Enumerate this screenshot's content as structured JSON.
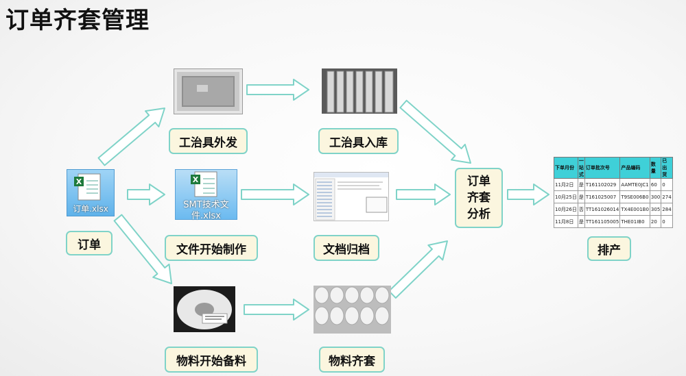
{
  "title": "订单齐套管理",
  "nodes": {
    "order": "订单",
    "fixture_out": "工治具外发",
    "fixture_in": "工治具入库",
    "doc_make": "文件开始制作",
    "doc_archive": "文档归档",
    "mat_prepare": "物料开始备料",
    "mat_kit": "物料齐套",
    "analysis": [
      "订单",
      "齐套",
      "分析"
    ],
    "schedule": "排产"
  },
  "files": {
    "order_file": "订单.xlsx",
    "smt_file_line1": "SMT技术文",
    "smt_file_line2": "件.xlsx"
  },
  "schedule_table": {
    "headers": [
      "下单月份",
      "一站式",
      "订单批次号",
      "产品编码",
      "数量",
      "已出货"
    ],
    "rows": [
      [
        "11月2日",
        "是",
        "T161102029",
        "AAMTE0JC1",
        "60",
        "0"
      ],
      [
        "10月25日",
        "是",
        "T161025007",
        "T9SE006B0",
        "300",
        "274"
      ],
      [
        "10月26日",
        "否",
        "TT161026014",
        "TX4E001B0",
        "305",
        "284"
      ],
      [
        "11月8日",
        "是",
        "TT161105005",
        "THE01IB0",
        "20",
        "0"
      ]
    ]
  },
  "colors": {
    "arrow_fill": "#ffffff",
    "arrow_stroke": "#7fd3c8",
    "label_bg": "#fbf6df",
    "label_border": "#7fd3c8",
    "table_header": "#3fd0d8"
  }
}
